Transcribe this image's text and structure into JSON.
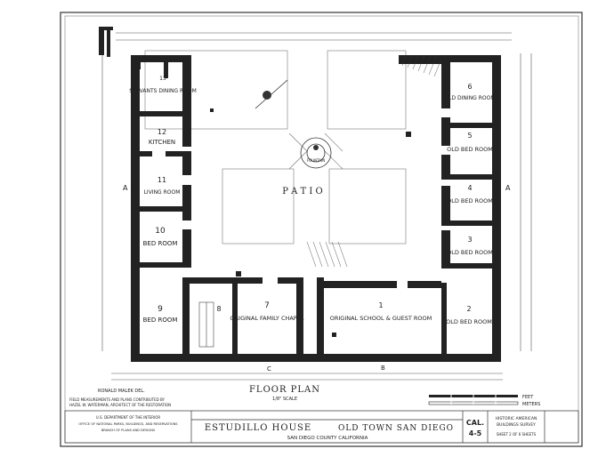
{
  "sheet": {
    "title": "FLOOR PLAN",
    "scale_note": "1/8\" SCALE",
    "building_name": "ESTUDILLO HOUSE",
    "location": "OLD TOWN  SAN DIEGO",
    "county": "SAN DIEGO  COUNTY  CALIFORNIA",
    "drafter": "RONALD MALEK  DEL.",
    "credits_line1": "FIELD MEASUREMENTS AND PLANS CONTRIBUTED BY",
    "credits_line2": "HAZEL W. WATERMAN, ARCHITECT OF THE RESTORATION",
    "dept_line1": "U.S. DEPARTMENT OF THE INTERIOR",
    "dept_line2": "OFFICE OF NATIONAL PARKS, BUILDINGS, AND RESERVATIONS",
    "dept_line3": "BRANCH OF PLANS AND DESIGNS",
    "survey_code": "CAL.",
    "survey_number": "4-5",
    "survey_title1": "HISTORIC AMERICAN",
    "survey_title2": "BUILDINGS SURVEY",
    "sheet_of": "SHEET 2 OF 6 SHEETS",
    "scale_feet": "FEET",
    "scale_meters": "METERS"
  },
  "rooms": [
    {
      "number": "13",
      "name": "SERVANTS DINING ROOM"
    },
    {
      "number": "12",
      "name": "KITCHEN"
    },
    {
      "number": "11",
      "name": "LIVING ROOM"
    },
    {
      "number": "10",
      "name": "BED ROOM"
    },
    {
      "number": "9",
      "name": "BED ROOM"
    },
    {
      "number": "8",
      "name": ""
    },
    {
      "number": "7",
      "name": "ORIGINAL FAMILY CHAPEL"
    },
    {
      "number": "1",
      "name": "ORIGINAL SCHOOL & GUEST ROOM"
    },
    {
      "number": "2",
      "name": "OLD BED ROOM"
    },
    {
      "number": "3",
      "name": "OLD BED ROOM"
    },
    {
      "number": "4",
      "name": "OLD BED ROOM"
    },
    {
      "number": "5",
      "name": "OLD BED ROOM"
    },
    {
      "number": "6",
      "name": "OLD DINING ROOM"
    }
  ],
  "patio": {
    "label": "P A T I O",
    "fountain": "FOUNTAIN"
  },
  "section_marks": {
    "a": "A",
    "b": "B",
    "c": "C"
  }
}
